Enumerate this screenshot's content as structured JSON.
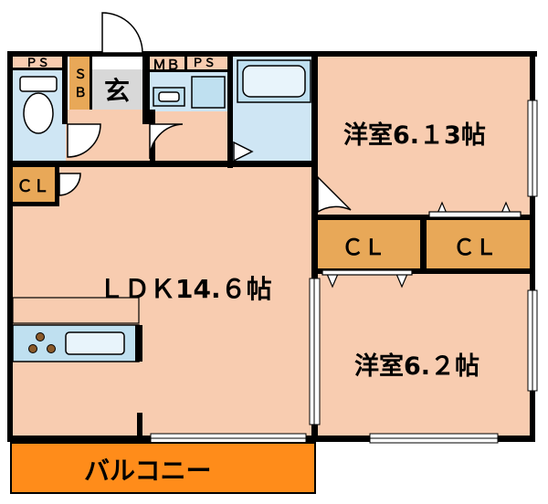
{
  "colors": {
    "wall": "#000000",
    "room": "#f8ccb0",
    "closet": "#e8a858",
    "wet": "#cfe6f4",
    "balcony": "#ff8c1a",
    "entry": "#d8d8d8",
    "kitchen": "#bfe0f0"
  },
  "rooms": {
    "ldk": "ＬＤＫ14.６帖",
    "western1": "洋室6.１3帖",
    "western2": "洋室6.２帖",
    "balcony": "バルコニー",
    "entrance": "玄",
    "cl_small": "ＣＬ",
    "cl_mid": "ＣＬ",
    "cl_right": "ＣＬ"
  },
  "labels": {
    "ps1": "ＰＳ",
    "ps2": "ＰＳ",
    "mb": "ＭＢ",
    "sb_s": "Ｓ",
    "sb_b": "Ｂ"
  },
  "icons": [
    "toilet-icon",
    "sink-icon",
    "bathtub-icon",
    "washer-pan-icon",
    "stove-icon",
    "door-swing-icon",
    "window-icon"
  ]
}
